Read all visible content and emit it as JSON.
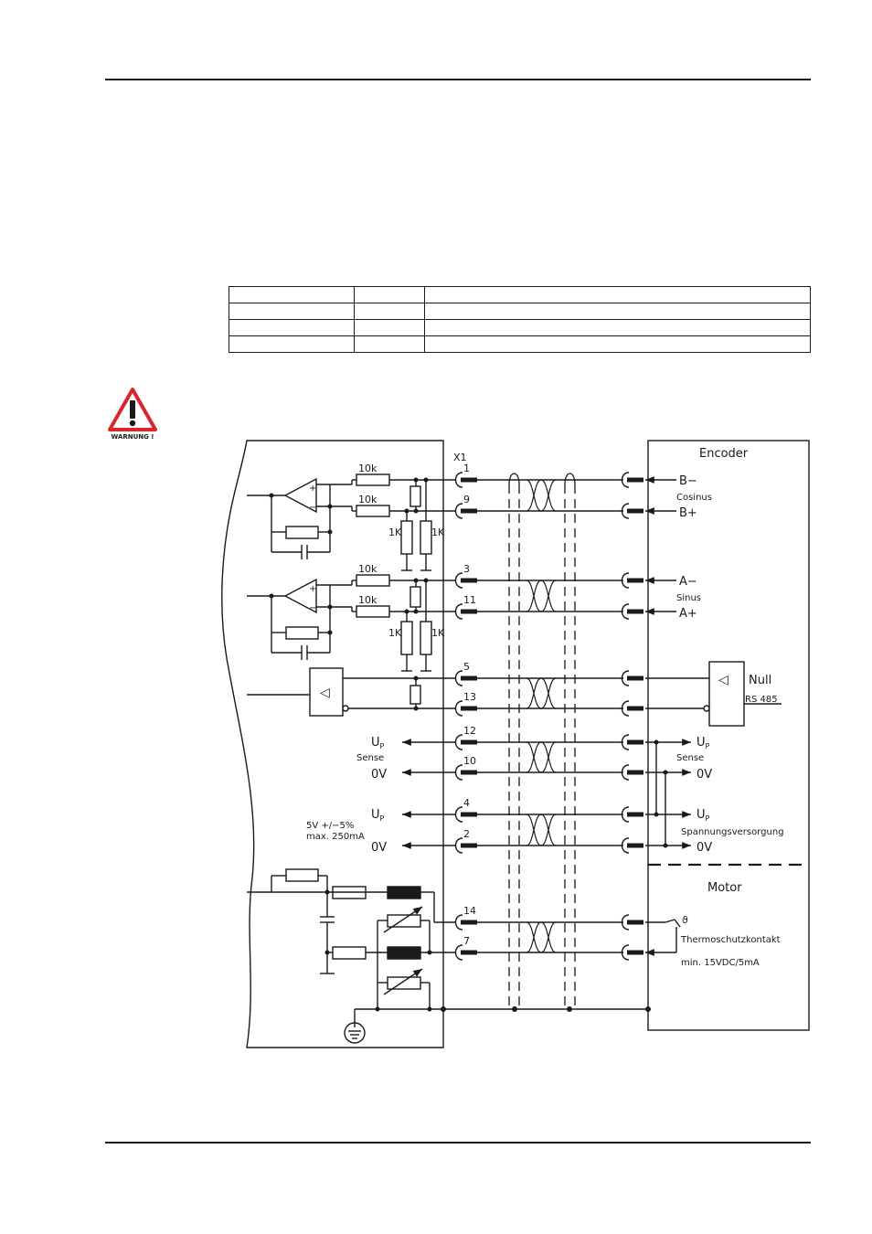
{
  "warning": {
    "label": "WARNUNG !",
    "color": "#d9262c"
  },
  "connector": "X1",
  "pins": [
    "1",
    "9",
    "3",
    "11",
    "5",
    "13",
    "12",
    "10",
    "4",
    "2",
    "14",
    "7"
  ],
  "resistors": {
    "r10k": "10k",
    "r1k": "1K"
  },
  "encoder": {
    "title": "Encoder",
    "b_minus": "B−",
    "b_plus": "B+",
    "cosinus": "Cosinus",
    "a_minus": "A−",
    "a_plus": "A+",
    "sinus": "Sinus",
    "null": "Null",
    "rs485": "RS 485",
    "up": "U",
    "up_sub": "P",
    "sense": "Sense",
    "zero_v": "0V",
    "supply": "Spannungsversorgung"
  },
  "drive": {
    "up": "U",
    "up_sub": "P",
    "sense": "Sense",
    "zero_v": "0V",
    "supply_spec": "5V +/−5%",
    "supply_current": "max. 250mA",
    "opamp_plus": "+",
    "opamp_minus": "−",
    "buffer": "◁"
  },
  "motor": {
    "title": "Motor",
    "thermo": "Thermoschutzkontakt",
    "thermo_spec": "min. 15VDC/5mA"
  }
}
